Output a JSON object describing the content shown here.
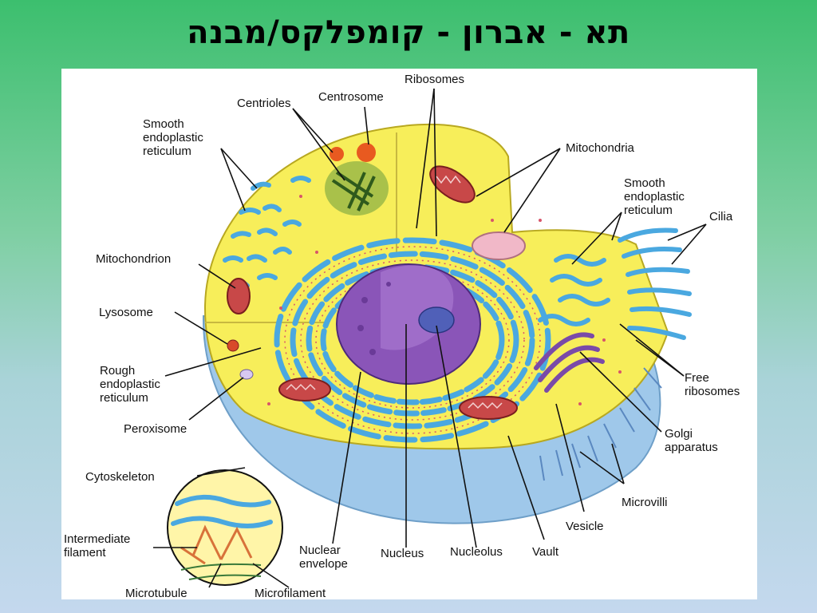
{
  "slide": {
    "title": "תא - אברון - קומפלקס/מבנה"
  },
  "diagram": {
    "labels": {
      "ribosomes": "Ribosomes",
      "centrioles": "Centrioles",
      "centrosome": "Centrosome",
      "smooth_er_left_1": "Smooth",
      "smooth_er_left_2": "endoplastic",
      "smooth_er_left_3": "reticulum",
      "mitochondria": "Mitochondria",
      "smooth_er_right_1": "Smooth",
      "smooth_er_right_2": "endoplastic",
      "smooth_er_right_3": "reticulum",
      "cilia": "Cilia",
      "mitochondrion": "Mitochondrion",
      "lysosome": "Lysosome",
      "rough_er_1": "Rough",
      "rough_er_2": "endoplastic",
      "rough_er_3": "reticulum",
      "peroxisome": "Peroxisome",
      "free_ribosomes_1": "Free",
      "free_ribosomes_2": "ribosomes",
      "golgi_1": "Golgi",
      "golgi_2": "apparatus",
      "cytoskeleton": "Cytoskeleton",
      "microvilli": "Microvilli",
      "vesicle": "Vesicle",
      "intermediate_1": "Intermediate",
      "intermediate_2": "filament",
      "nuclear_envelope_1": "Nuclear",
      "nuclear_envelope_2": "envelope",
      "nucleus": "Nucleus",
      "nucleolus": "Nucleolus",
      "vault": "Vault",
      "microtubule": "Microtubule",
      "microfilament": "Microfilament"
    },
    "colors": {
      "cytoplasm": "#f7ee5a",
      "cell_base": "#9fc8ea",
      "er_blue": "#4aa8e0",
      "nucleus": "#8a55b8",
      "nucleolus": "#5060b8",
      "mitochondria": "#c84848",
      "vesicle_pink": "#f1b8c8"
    }
  }
}
